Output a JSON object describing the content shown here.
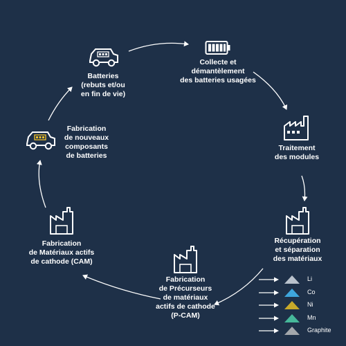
{
  "nodes": {
    "batteries": {
      "label": "Batteries\n(rebuts et/ou\nen fin de vie)",
      "icon": "car-icon"
    },
    "collecte": {
      "label": "Collecte et\ndémantèlement\ndes batteries usagées",
      "icon": "battery-icon"
    },
    "traitement": {
      "label": "Traitement\ndes modules",
      "icon": "factory-icon"
    },
    "recuperation": {
      "label": "Récupération\net séparation\ndes matériaux",
      "icon": "factory-icon"
    },
    "pcam": {
      "label": "Fabrication\nde Précurseurs\nde matériaux\nactifs de cathode\n(P-CAM)",
      "icon": "factory-icon"
    },
    "cam": {
      "label": "Fabrication\nde Matériaux actifs\nde cathode (CAM)",
      "icon": "factory-icon"
    },
    "composants": {
      "label": "Fabrication\nde nouveaux\ncomposants\nde batteries",
      "icon": "car-battery-icon"
    }
  },
  "materials": [
    {
      "name": "Li",
      "color": "#b9c2cc"
    },
    {
      "name": "Co",
      "color": "#3ea6dc"
    },
    {
      "name": "Ni",
      "color": "#c7a92a"
    },
    {
      "name": "Mn",
      "color": "#46b89a"
    },
    {
      "name": "Graphite",
      "color": "#a3a7ab"
    }
  ],
  "colors": {
    "background": "#1e3048",
    "foreground": "#ffffff"
  }
}
